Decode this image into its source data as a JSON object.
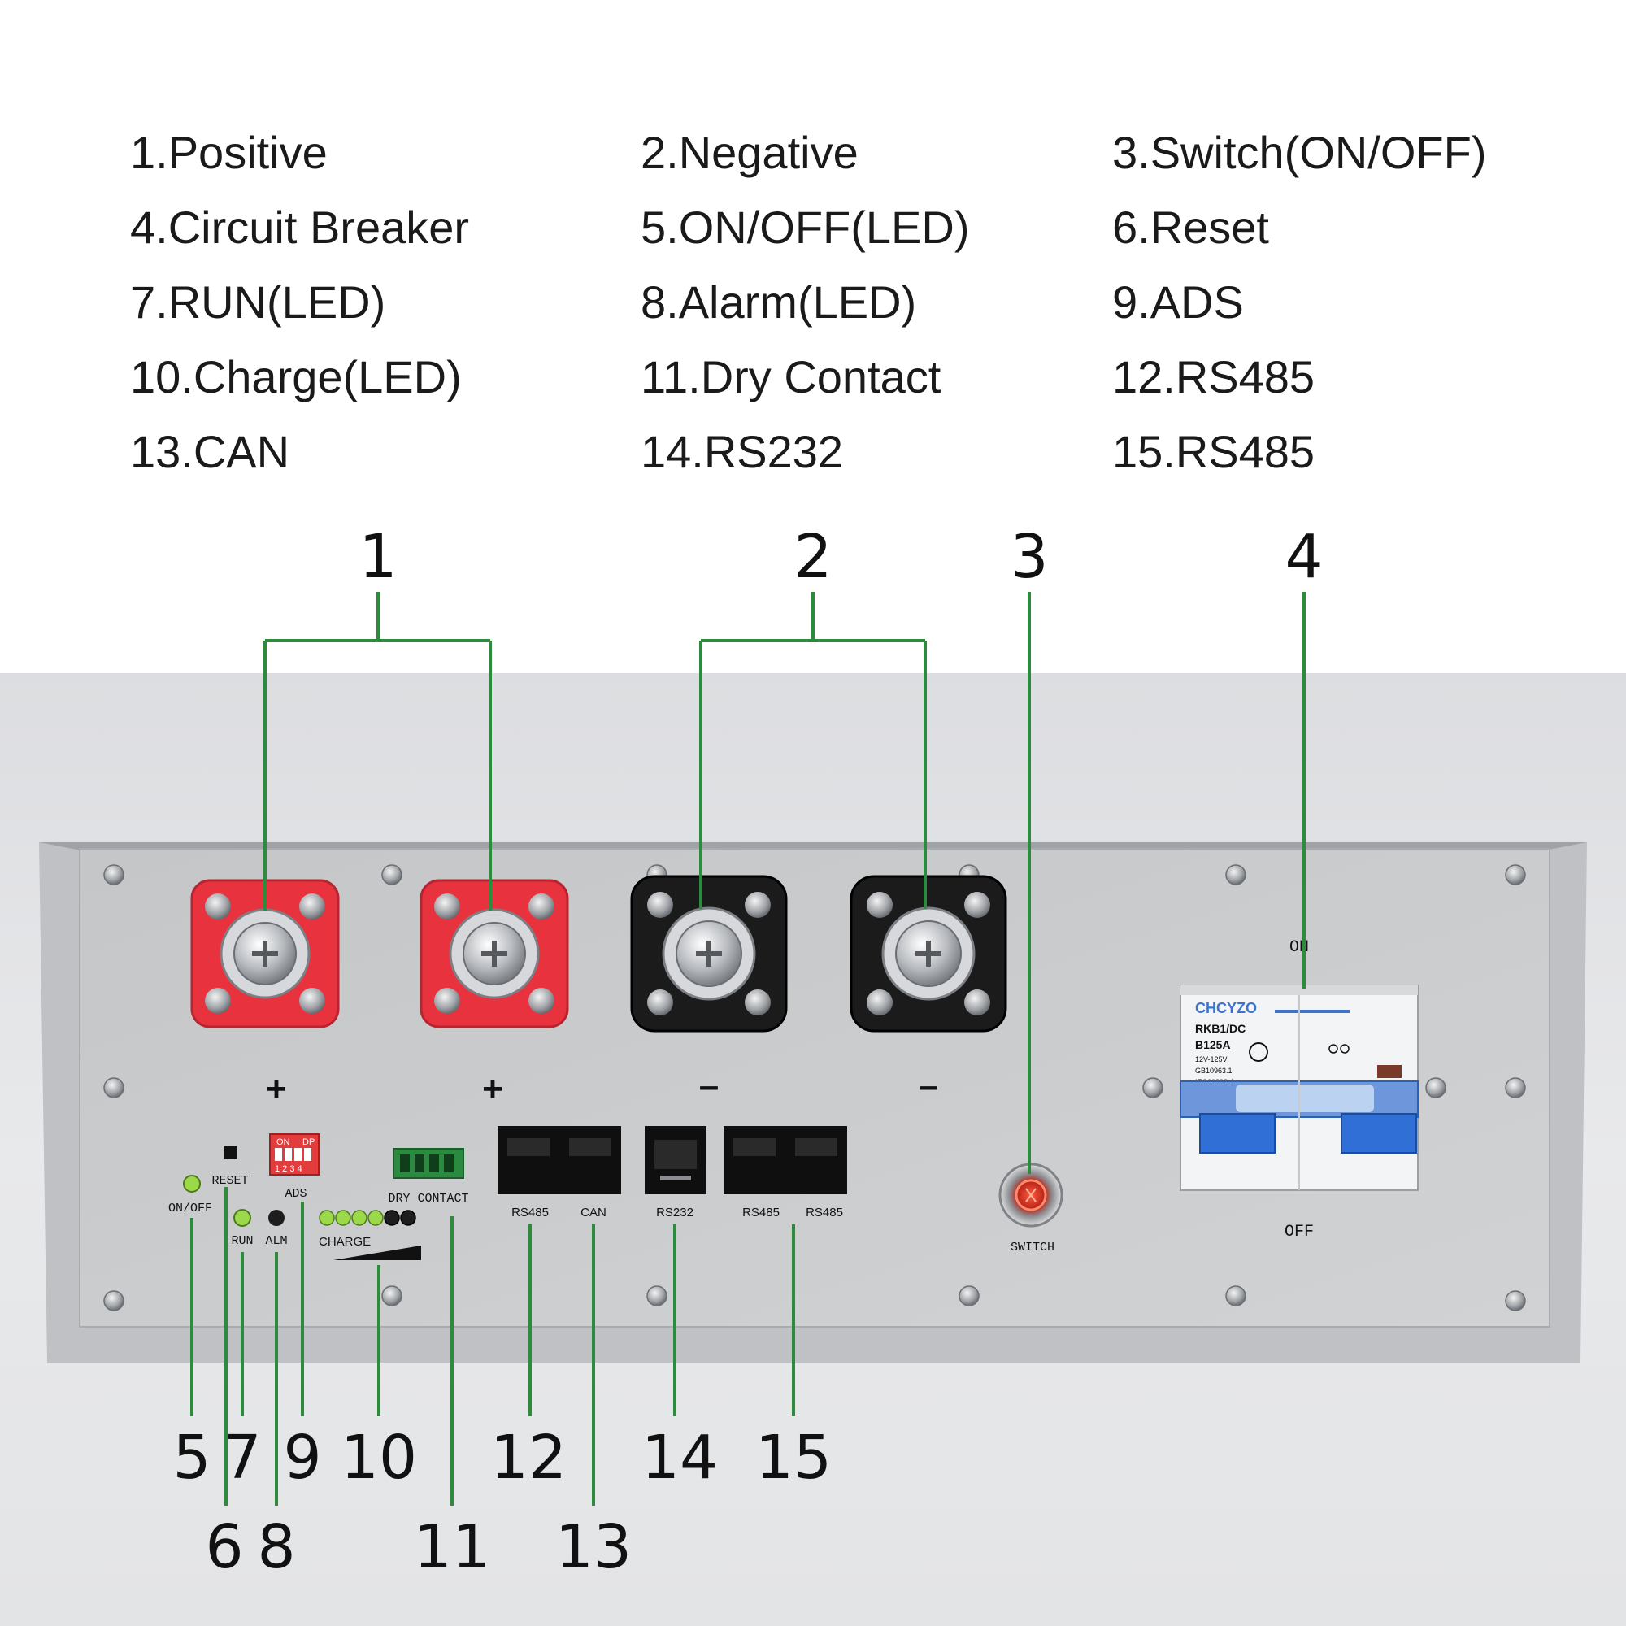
{
  "legend": [
    {
      "text": "1.Positive"
    },
    {
      "text": "2.Negative"
    },
    {
      "text": "3.Switch(ON/OFF)"
    },
    {
      "text": "4.Circuit Breaker"
    },
    {
      "text": "5.ON/OFF(LED)"
    },
    {
      "text": "6.Reset"
    },
    {
      "text": "7.RUN(LED)"
    },
    {
      "text": "8.Alarm(LED)"
    },
    {
      "text": "9.ADS"
    },
    {
      "text": "10.Charge(LED)"
    },
    {
      "text": "11.Dry Contact"
    },
    {
      "text": "12.RS485"
    },
    {
      "text": "13.CAN"
    },
    {
      "text": "14.RS232"
    },
    {
      "text": "15.RS485"
    }
  ],
  "callouts": [
    "1",
    "2",
    "3",
    "4",
    "5",
    "6",
    "7",
    "8",
    "9",
    "10",
    "11",
    "12",
    "13",
    "14",
    "15"
  ],
  "panel": {
    "terminal_plus": "+",
    "terminal_minus": "–",
    "reset": "RESET",
    "on_off": "ON/OFF",
    "run": "RUN",
    "alm": "ALM",
    "ads": "ADS",
    "dip_on": "ON",
    "dip_dp": "DP",
    "dip_numbers": "1 2 3 4",
    "dry_contact": "DRY CONTACT",
    "charge": "CHARGE",
    "port_rs485_a": "RS485",
    "port_can": "CAN",
    "port_rs232": "RS232",
    "port_rs485_b": "RS485",
    "port_rs485_c": "RS485",
    "switch": "SWITCH",
    "breaker_on": "ON",
    "breaker_off": "OFF",
    "breaker_brand": "CHCYZO",
    "breaker_model": "RKB1/DC",
    "breaker_rating": "B125A",
    "breaker_volt": "12V-125V",
    "breaker_std1": "GB10963.1",
    "breaker_std2": "IEC60898-1"
  },
  "colors": {
    "leader": "#2e8b3e",
    "terminal_red": "#e8333f",
    "terminal_black": "#1b1b1b",
    "led_green": "#9bd84a",
    "breaker_blue": "#2f6fd6",
    "panel": "#c9cbcd",
    "housing": "#e7e8ea"
  },
  "charge_leds": {
    "lit": 4,
    "total": 6
  }
}
